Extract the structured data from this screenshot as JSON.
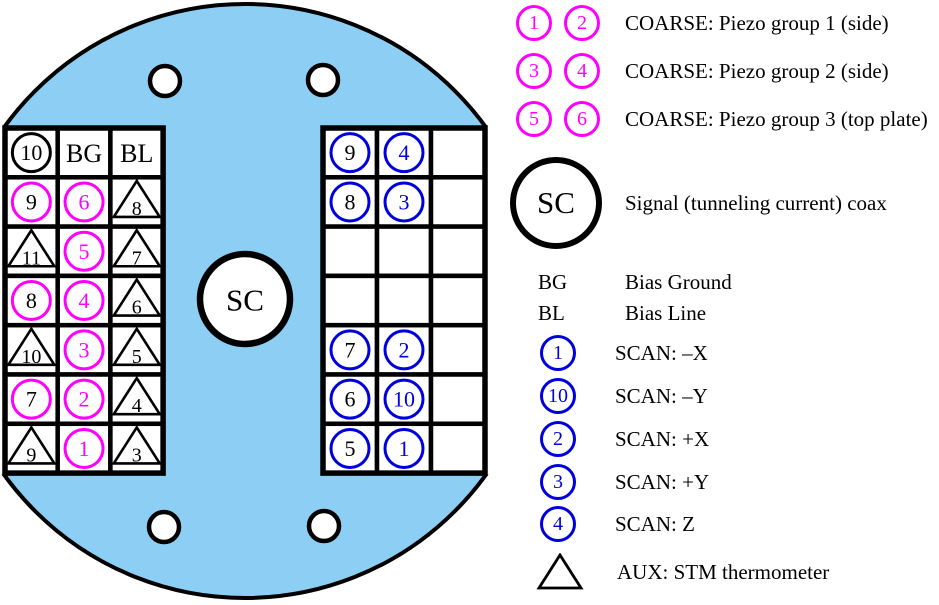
{
  "palette": {
    "flange_blue": "#8DCFF4",
    "magenta": "#FF00FF",
    "scan_blue": "#0000DD",
    "black": "#000000",
    "white": "#FFFFFF"
  },
  "flange": {
    "sc_label": "SC",
    "left_grid": [
      [
        {
          "shape": "circle",
          "ring": "black",
          "digit": "black",
          "label": "10"
        },
        {
          "shape": "text",
          "label": "BG"
        },
        {
          "shape": "text",
          "label": "BL"
        }
      ],
      [
        {
          "shape": "circle",
          "ring": "magenta",
          "digit": "black",
          "label": "9"
        },
        {
          "shape": "circle",
          "ring": "magenta",
          "digit": "magenta",
          "label": "6"
        },
        {
          "shape": "triangle",
          "digit": "black",
          "label": "8"
        }
      ],
      [
        {
          "shape": "triangle",
          "digit": "black",
          "label": "11"
        },
        {
          "shape": "circle",
          "ring": "magenta",
          "digit": "magenta",
          "label": "5"
        },
        {
          "shape": "triangle",
          "digit": "black",
          "label": "7"
        }
      ],
      [
        {
          "shape": "circle",
          "ring": "magenta",
          "digit": "black",
          "label": "8"
        },
        {
          "shape": "circle",
          "ring": "magenta",
          "digit": "magenta",
          "label": "4"
        },
        {
          "shape": "triangle",
          "digit": "black",
          "label": "6"
        }
      ],
      [
        {
          "shape": "triangle",
          "digit": "black",
          "label": "10"
        },
        {
          "shape": "circle",
          "ring": "magenta",
          "digit": "magenta",
          "label": "3"
        },
        {
          "shape": "triangle",
          "digit": "black",
          "label": "5"
        }
      ],
      [
        {
          "shape": "circle",
          "ring": "magenta",
          "digit": "black",
          "label": "7"
        },
        {
          "shape": "circle",
          "ring": "magenta",
          "digit": "magenta",
          "label": "2"
        },
        {
          "shape": "triangle",
          "digit": "black",
          "label": "4"
        }
      ],
      [
        {
          "shape": "triangle",
          "digit": "black",
          "label": "9"
        },
        {
          "shape": "circle",
          "ring": "magenta",
          "digit": "magenta",
          "label": "1"
        },
        {
          "shape": "triangle",
          "digit": "black",
          "label": "3"
        }
      ]
    ],
    "right_grid": [
      [
        {
          "shape": "circle",
          "ring": "blue",
          "digit": "black",
          "label": "9"
        },
        {
          "shape": "circle",
          "ring": "blue",
          "digit": "blue",
          "label": "4"
        },
        null
      ],
      [
        {
          "shape": "circle",
          "ring": "blue",
          "digit": "black",
          "label": "8"
        },
        {
          "shape": "circle",
          "ring": "blue",
          "digit": "blue",
          "label": "3"
        },
        null
      ],
      [
        null,
        null,
        null
      ],
      [
        null,
        null,
        null
      ],
      [
        {
          "shape": "circle",
          "ring": "blue",
          "digit": "black",
          "label": "7"
        },
        {
          "shape": "circle",
          "ring": "blue",
          "digit": "blue",
          "label": "2"
        },
        null
      ],
      [
        {
          "shape": "circle",
          "ring": "blue",
          "digit": "black",
          "label": "6"
        },
        {
          "shape": "circle",
          "ring": "blue",
          "digit": "blue",
          "label": "10"
        },
        null
      ],
      [
        {
          "shape": "circle",
          "ring": "blue",
          "digit": "black",
          "label": "5"
        },
        {
          "shape": "circle",
          "ring": "blue",
          "digit": "blue",
          "label": "1"
        },
        null
      ]
    ]
  },
  "legend": {
    "coarse": [
      {
        "pins": [
          "1",
          "2"
        ],
        "label": "COARSE: Piezo group 1 (side)"
      },
      {
        "pins": [
          "3",
          "4"
        ],
        "label": "COARSE: Piezo group 2 (side)"
      },
      {
        "pins": [
          "5",
          "6"
        ],
        "label": "COARSE: Piezo group 3 (top plate)"
      }
    ],
    "sc": {
      "symbol": "SC",
      "label": "Signal (tunneling current) coax"
    },
    "bias": [
      {
        "abbr": "BG",
        "label": "Bias Ground"
      },
      {
        "abbr": "BL",
        "label": "Bias Line"
      }
    ],
    "scan": [
      {
        "pin": "1",
        "label": "SCAN: –X"
      },
      {
        "pin": "10",
        "label": "SCAN: –Y"
      },
      {
        "pin": "2",
        "label": "SCAN: +X"
      },
      {
        "pin": "3",
        "label": "SCAN: +Y"
      },
      {
        "pin": "4",
        "label": "SCAN: Z"
      }
    ],
    "aux": {
      "label": "AUX: STM thermometer"
    }
  }
}
